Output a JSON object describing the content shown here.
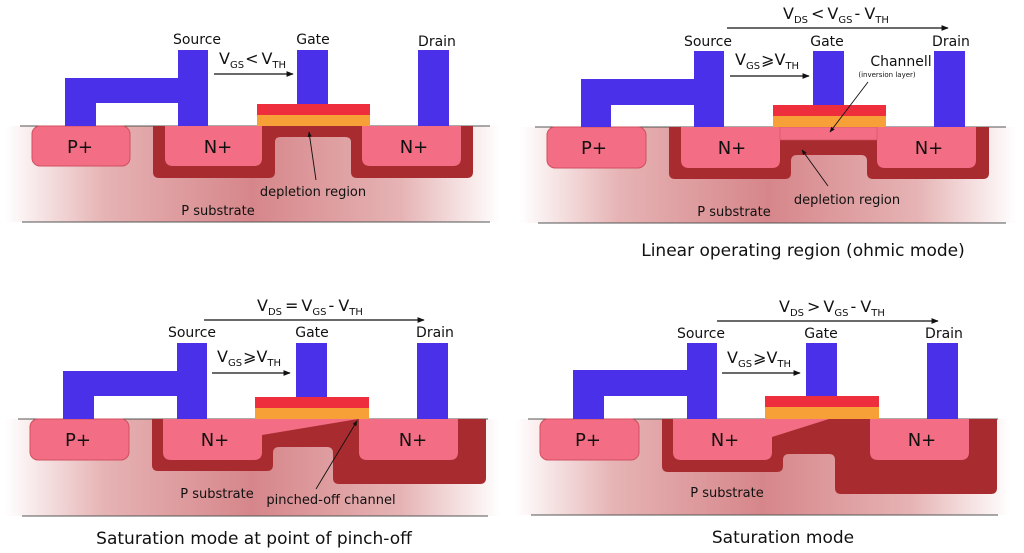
{
  "colors": {
    "metal": "#4b30ea",
    "gate_top": "#ee2e3d",
    "oxide": "#f8a038",
    "n_plus": "#f36d84",
    "p_plus": "#f36d84",
    "depletion": "#a82c2f",
    "substrate_core": "#d6868a",
    "substrate_edge": "#ffffff",
    "line": "#555555"
  },
  "panels": [
    {
      "id": "cutoff",
      "terminals": {
        "source": "Source",
        "gate": "Gate",
        "drain": "Drain"
      },
      "regions": {
        "p_plus": "P+",
        "n_plus_left": "N+",
        "n_plus_right": "N+",
        "substrate": "P substrate"
      },
      "vgs": {
        "left": "V",
        "left_sub": "GS",
        "op": "<",
        "right": "V",
        "right_sub": "TH"
      },
      "vds": null,
      "annotations": [
        {
          "text": "depletion region",
          "icon": "arrow-icon"
        }
      ],
      "caption": ""
    },
    {
      "id": "linear",
      "terminals": {
        "source": "Source",
        "gate": "Gate",
        "drain": "Drain"
      },
      "regions": {
        "p_plus": "P+",
        "n_plus_left": "N+",
        "n_plus_right": "N+",
        "substrate": "P substrate"
      },
      "vgs": {
        "left": "V",
        "left_sub": "GS",
        "op": "⩾",
        "right": "V",
        "right_sub": "TH"
      },
      "vds": {
        "left": "V",
        "left_sub": "DS",
        "op": "<",
        "mid": "V",
        "mid_sub": "GS",
        "minus": "-",
        "right": "V",
        "right_sub": "TH"
      },
      "annotations": [
        {
          "text": "Channell",
          "icon": "arrow-icon"
        },
        {
          "text": "(inversion layer)"
        },
        {
          "text": "depletion region",
          "icon": "arrow-icon"
        }
      ],
      "caption": "Linear operating region (ohmic mode)"
    },
    {
      "id": "pinchoff",
      "terminals": {
        "source": "Source",
        "gate": "Gate",
        "drain": "Drain"
      },
      "regions": {
        "p_plus": "P+",
        "n_plus_left": "N+",
        "n_plus_right": "N+",
        "substrate": "P substrate"
      },
      "vgs": {
        "left": "V",
        "left_sub": "GS",
        "op": "⩾",
        "right": "V",
        "right_sub": "TH"
      },
      "vds": {
        "left": "V",
        "left_sub": "DS",
        "op": "=",
        "mid": "V",
        "mid_sub": "GS",
        "minus": "-",
        "right": "V",
        "right_sub": "TH"
      },
      "annotations": [
        {
          "text": "pinched-off channel",
          "icon": "arrow-icon"
        }
      ],
      "caption": "Saturation mode at point of pinch-off"
    },
    {
      "id": "saturation",
      "terminals": {
        "source": "Source",
        "gate": "Gate",
        "drain": "Drain"
      },
      "regions": {
        "p_plus": "P+",
        "n_plus_left": "N+",
        "n_plus_right": "N+",
        "substrate": "P substrate"
      },
      "vgs": {
        "left": "V",
        "left_sub": "GS",
        "op": "⩾",
        "right": "V",
        "right_sub": "TH"
      },
      "vds": {
        "left": "V",
        "left_sub": "DS",
        "op": ">",
        "mid": "V",
        "mid_sub": "GS",
        "minus": "-",
        "right": "V",
        "right_sub": "TH"
      },
      "annotations": [],
      "caption": "Saturation mode"
    }
  ]
}
